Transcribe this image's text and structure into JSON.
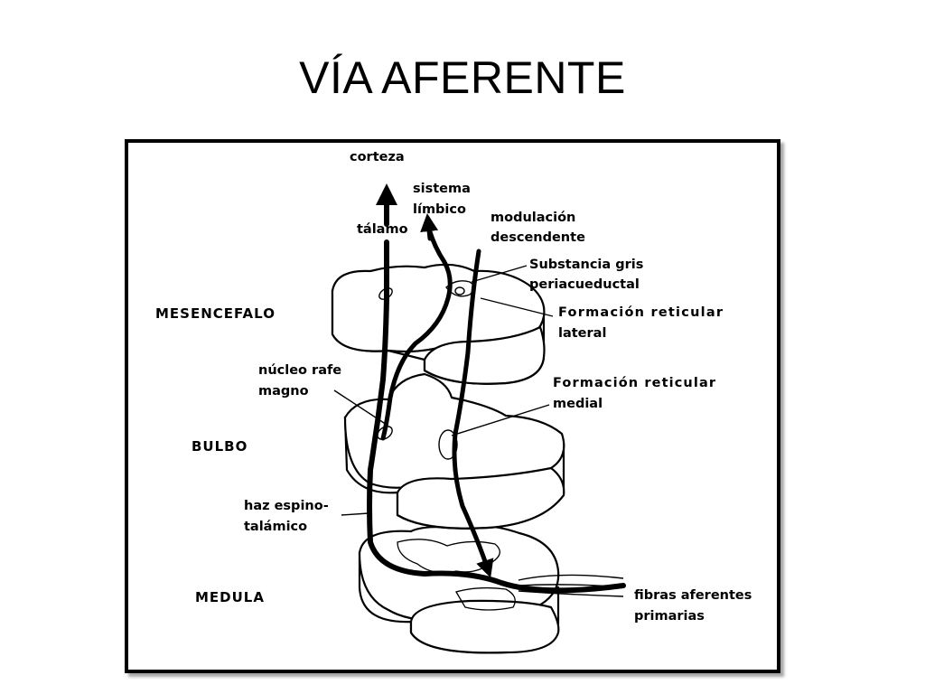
{
  "slide": {
    "title": "VÍA AFERENTE"
  },
  "diagram": {
    "levels": {
      "mesencefalo": "MESENCEFALO",
      "bulbo": "BULBO",
      "medula": "MEDULA"
    },
    "labels": {
      "corteza": "corteza",
      "sistema_1": "sistema",
      "sistema_2": "límbico",
      "talamo": "tálamo",
      "modulacion_1": "modulación",
      "modulacion_2": "descendente",
      "sgp_1": "Substancia gris",
      "sgp_2": "periacueductal",
      "frl_1": "Formación reticular",
      "frl_2": "lateral",
      "nrm_1": "núcleo rafe",
      "nrm_2": "magno",
      "frm_1": "Formación reticular",
      "frm_2": "medial",
      "haz_1": "haz espino-",
      "haz_2": "talámico",
      "fibras_1": "fibras aferentes",
      "fibras_2": "primarias"
    }
  }
}
